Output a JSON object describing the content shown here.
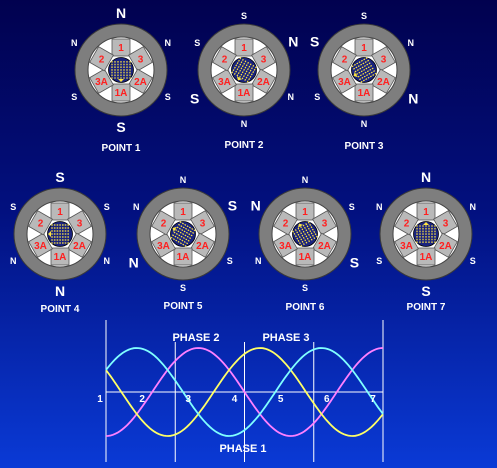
{
  "colors": {
    "background_top": "#01014f",
    "background_bottom": "#0a3ad6",
    "stator_ring": "#7e7e7e",
    "pole": "#b9b9b9",
    "pole_label": "#ff2020",
    "rotor": "#1a237e",
    "winding": "#ffe640",
    "text": "#ffffff",
    "phase1_curve": "#ff80ff",
    "phase2_curve": "#ffff66",
    "phase3_curve": "#80ffff"
  },
  "pole_labels": [
    "1",
    "3",
    "2A",
    "1A",
    "3A",
    "2"
  ],
  "positions": [
    {
      "label": "POINT 1",
      "rotor_angle": 0,
      "poles": [
        {
          "text": "N",
          "size": "large"
        },
        {
          "text": "N",
          "size": "small"
        },
        {
          "text": "S",
          "size": "small"
        },
        {
          "text": "S",
          "size": "large"
        },
        {
          "text": "S",
          "size": "small"
        },
        {
          "text": "N",
          "size": "small"
        }
      ]
    },
    {
      "label": "POINT 2",
      "rotor_angle": 30,
      "poles": [
        {
          "text": "S",
          "size": "small"
        },
        {
          "text": "N",
          "size": "large"
        },
        {
          "text": "N",
          "size": "small"
        },
        {
          "text": "N",
          "size": "small"
        },
        {
          "text": "S",
          "size": "large"
        },
        {
          "text": "S",
          "size": "small"
        }
      ]
    },
    {
      "label": "POINT 3",
      "rotor_angle": 60,
      "poles": [
        {
          "text": "S",
          "size": "small"
        },
        {
          "text": "N",
          "size": "small"
        },
        {
          "text": "N",
          "size": "large"
        },
        {
          "text": "N",
          "size": "small"
        },
        {
          "text": "S",
          "size": "small"
        },
        {
          "text": "S",
          "size": "large"
        }
      ]
    },
    {
      "label": "POINT 4",
      "rotor_angle": 90,
      "poles": [
        {
          "text": "S",
          "size": "large"
        },
        {
          "text": "S",
          "size": "small"
        },
        {
          "text": "N",
          "size": "small"
        },
        {
          "text": "N",
          "size": "large"
        },
        {
          "text": "N",
          "size": "small"
        },
        {
          "text": "S",
          "size": "small"
        }
      ]
    },
    {
      "label": "POINT 5",
      "rotor_angle": 120,
      "poles": [
        {
          "text": "N",
          "size": "small"
        },
        {
          "text": "S",
          "size": "large"
        },
        {
          "text": "S",
          "size": "small"
        },
        {
          "text": "S",
          "size": "small"
        },
        {
          "text": "N",
          "size": "large"
        },
        {
          "text": "N",
          "size": "small"
        }
      ]
    },
    {
      "label": "POINT 6",
      "rotor_angle": 150,
      "poles": [
        {
          "text": "N",
          "size": "small"
        },
        {
          "text": "S",
          "size": "small"
        },
        {
          "text": "S",
          "size": "large"
        },
        {
          "text": "S",
          "size": "small"
        },
        {
          "text": "N",
          "size": "small"
        },
        {
          "text": "N",
          "size": "large"
        }
      ]
    },
    {
      "label": "POINT 7",
      "rotor_angle": 180,
      "poles": [
        {
          "text": "N",
          "size": "large"
        },
        {
          "text": "N",
          "size": "small"
        },
        {
          "text": "S",
          "size": "small"
        },
        {
          "text": "S",
          "size": "large"
        },
        {
          "text": "S",
          "size": "small"
        },
        {
          "text": "N",
          "size": "small"
        }
      ]
    }
  ],
  "waveform": {
    "points": [
      "1",
      "2",
      "3",
      "4",
      "5",
      "6",
      "7"
    ],
    "phase_labels": {
      "phase1": "PHASE 1",
      "phase2": "PHASE 2",
      "phase3": "PHASE 3"
    }
  }
}
